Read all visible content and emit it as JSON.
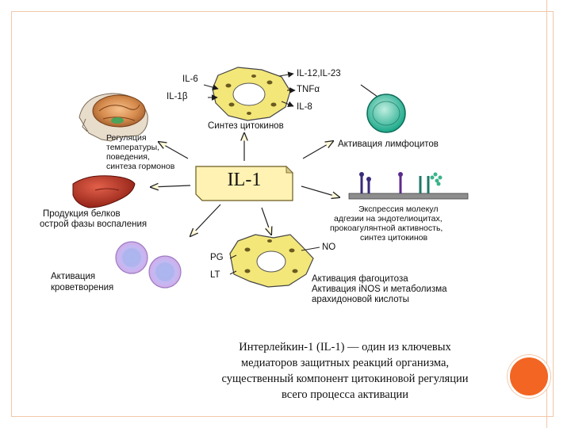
{
  "center": {
    "label": "IL-1"
  },
  "top_cell": {
    "inputs": [
      "IL-6",
      "IL-1β"
    ],
    "outputs": [
      "IL-12,IL-23",
      "TNFα",
      "IL-8"
    ],
    "caption": "Синтез цитокинов"
  },
  "brain": {
    "lines": [
      "Регуляция",
      "температуры,",
      "поведения,",
      "синтеза гормонов"
    ]
  },
  "lymphocyte": {
    "caption": "Активация лимфоцитов"
  },
  "liver": {
    "lines": [
      "Продукция белков",
      "острой фазы воспаления"
    ]
  },
  "endothelium": {
    "lines": [
      "Экспрессия молекул",
      "адгезии на эндотелиоцитах,",
      "прокоагулянтной активность,",
      "синтез цитокинов"
    ]
  },
  "blood": {
    "lines": [
      "Активация",
      "кроветворения"
    ]
  },
  "phagocyte": {
    "left_labels": [
      "PG",
      "LT"
    ],
    "right_label": "NO",
    "lines": [
      "Активация фагоцитоза",
      "Активация iNOS и метаболизма",
      "арахидоновой кислоты"
    ]
  },
  "caption": {
    "lines": [
      "Интерлейкин-1 (IL-1) — один из ключевых",
      "медиаторов защитных реакций организма,",
      "существенный компонент цитокиновой регуляции",
      "всего процесса активации"
    ]
  },
  "colors": {
    "frame": "#f2c7a8",
    "accent": "#f26522",
    "center_box": "#fff2b3",
    "cell": "#f3e77a",
    "lymphocyte": "#1aa889"
  }
}
